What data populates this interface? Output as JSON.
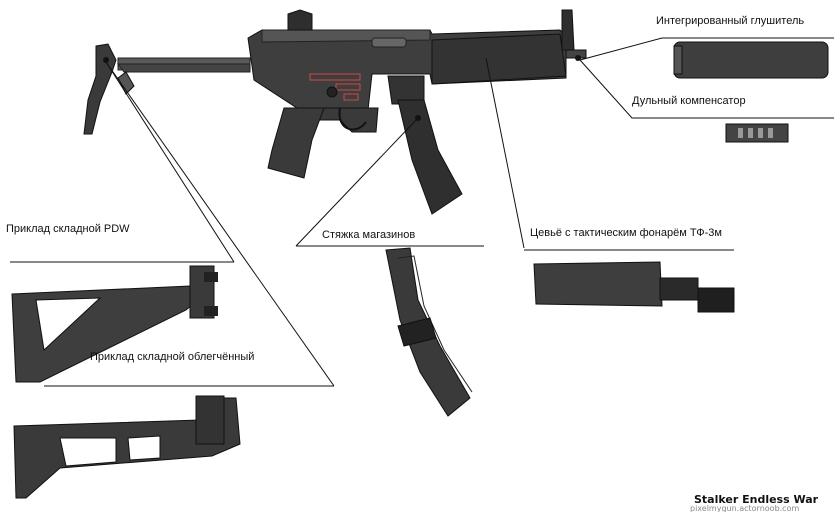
{
  "labels": {
    "suppressor": "Интегрированный глушитель",
    "compensator": "Дульный компенсатор",
    "pdw_stock": "Приклад складной PDW",
    "mag_clamp": "Стяжка магазинов",
    "handguard": "Цевьё с тактическим фонарём ТФ-3м",
    "light_stock": "Приклад складной облегчённый"
  },
  "watermark": {
    "title": "Stalker Endless War",
    "url": "pixelmygun.actornoob.com"
  },
  "colors": {
    "metal": "#3e3e3e",
    "metal_dark": "#222222",
    "metal_light": "#5a5a5a",
    "marking": "#d04848",
    "lines": "#111111"
  }
}
